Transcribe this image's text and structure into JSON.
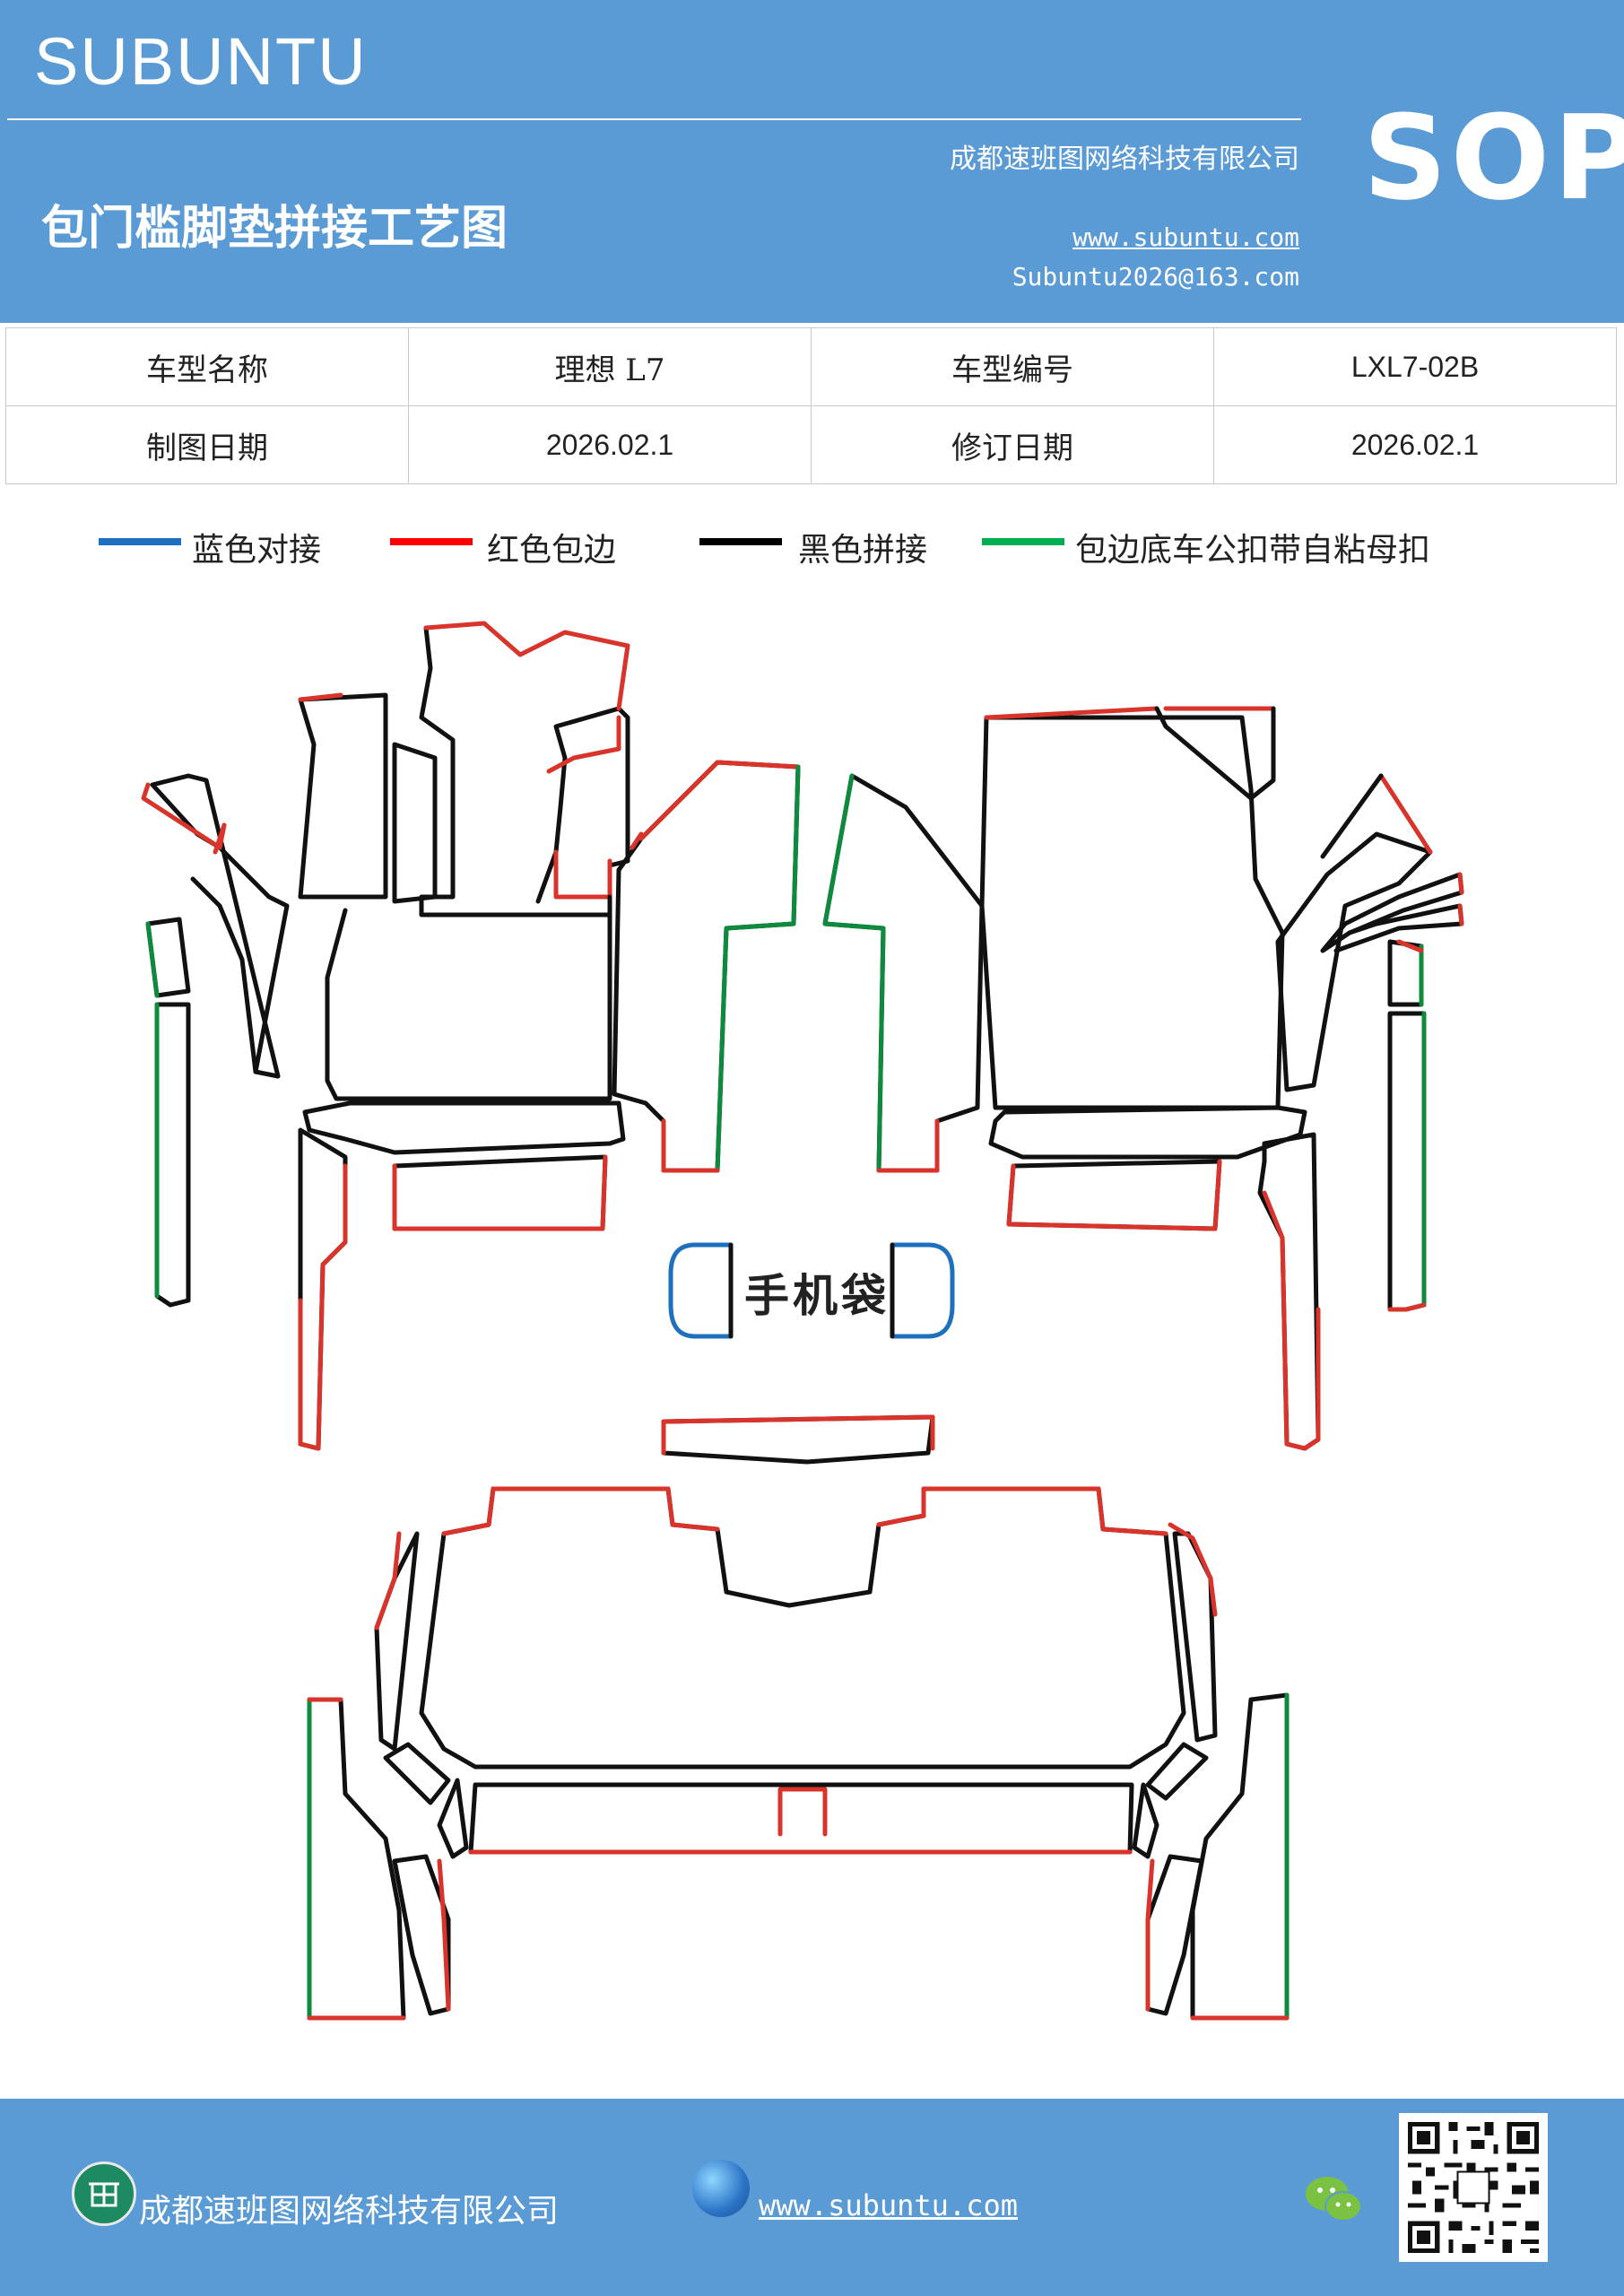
{
  "header": {
    "brand": "SUBUNTU",
    "company": "成都速班图网络科技有限公司",
    "title": "包门槛脚垫拼接工艺图",
    "website": "www.subuntu.com",
    "email": "Subuntu2026@163.com",
    "badge": "SOP"
  },
  "info_table": {
    "rows": [
      [
        {
          "text": "车型名称",
          "kind": "label"
        },
        {
          "text": "理想 L7",
          "kind": "label"
        },
        {
          "text": "车型编号",
          "kind": "label"
        },
        {
          "text": "LXL7-02B",
          "kind": "value"
        }
      ],
      [
        {
          "text": "制图日期",
          "kind": "label"
        },
        {
          "text": "2026.02.1",
          "kind": "value"
        },
        {
          "text": "修订日期",
          "kind": "label"
        },
        {
          "text": "2026.02.1",
          "kind": "value"
        }
      ]
    ]
  },
  "legend": [
    {
      "label": "蓝色对接",
      "color": "#1f6fbf"
    },
    {
      "label": "红色包边",
      "color": "#ff0000"
    },
    {
      "label": "黑色拼接",
      "color": "#000000"
    },
    {
      "label": "包边底车公扣带自粘母扣",
      "color": "#00b050"
    }
  ],
  "drawing": {
    "phone_pocket_label": "手机袋",
    "colors": {
      "blue": "#1f6fbf",
      "red": "#d9342b",
      "black": "#111111",
      "green": "#0e8a3e"
    }
  },
  "footer": {
    "company": "成都速班图网络科技有限公司",
    "website": "www.subuntu.com",
    "icons": [
      "building-icon",
      "globe-icon",
      "wechat-icon",
      "qr-code"
    ]
  }
}
